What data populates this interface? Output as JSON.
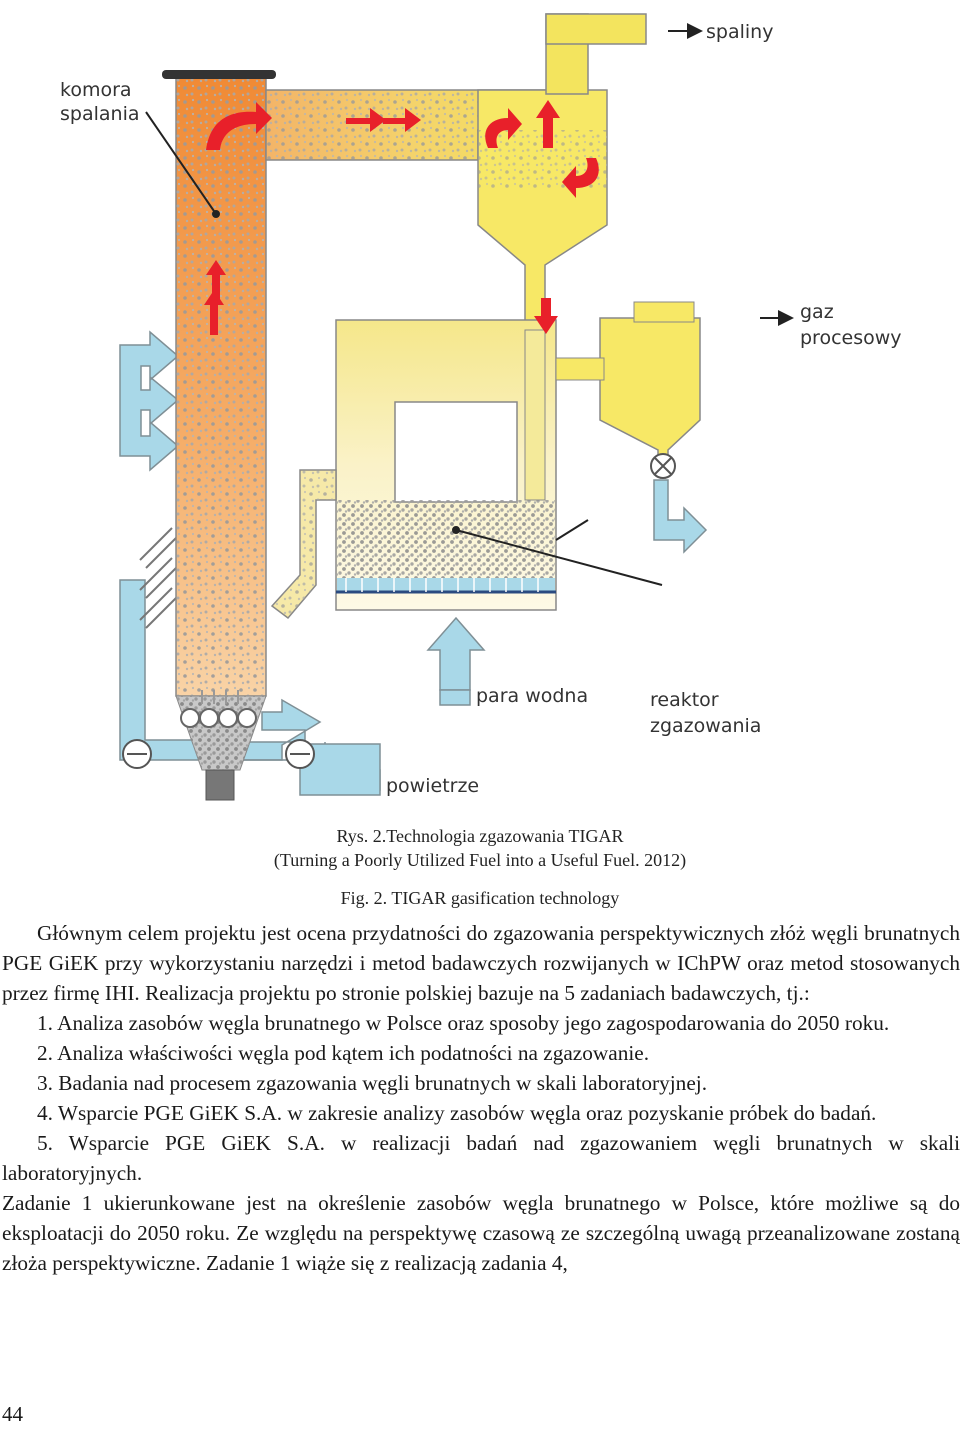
{
  "figure": {
    "labels": {
      "komora": "komora",
      "spalania": "spalania",
      "spaliny": "spaliny",
      "gaz": "gaz",
      "procesowy": "procesowy",
      "para_wodna": "para wodna",
      "reaktor": "reaktor",
      "zgazowania": "zgazowania",
      "powietrze": "powietrze"
    },
    "colors": {
      "combustor_top": "#f0903c",
      "combustor_bottom": "#f8c890",
      "reactor_yellow": "#f7e97a",
      "duct_yellow": "#f2e062",
      "pipe_blue": "#a9d8e8",
      "outline": "#7a7a7a"
    }
  },
  "caption": {
    "line1": "Rys. 2.Technologia zgazowania TIGAR",
    "line2": "(Turning a Poorly Utilized Fuel into a Useful Fuel. 2012)",
    "line3": "Fig. 2. TIGAR gasification technology"
  },
  "body": {
    "p1": "Głównym celem projektu jest ocena przydatności do zgazowania perspektywicznych złóż węgli brunatnych PGE GiEK przy wykorzystaniu narzędzi i metod badawczych rozwijanych w IChPW oraz metod stosowanych przez firmę IHI. Realizacja projektu po stronie polskiej bazuje na 5 zadaniach badawczych, tj.:",
    "item1": "1. Analiza zasobów węgla brunatnego w Polsce oraz sposoby jego zagospodarowania do 2050 roku.",
    "item2": "2. Analiza właściwości węgla pod kątem ich podatności na zgazowanie.",
    "item3": "3. Badania nad procesem zgazowania węgli brunatnych w skali laboratoryjnej.",
    "item4": "4. Wsparcie PGE GiEK S.A. w zakresie analizy zasobów węgla oraz pozyskanie próbek do badań.",
    "item5": "5. Wsparcie PGE GiEK S.A. w realizacji badań nad zgazowaniem węgli brunatnych w skali laboratoryjnych.",
    "p2": "Zadanie 1 ukierunkowane jest na określenie zasobów węgla brunatnego w Polsce, które możliwe są do eksploatacji do 2050 roku. Ze względu na perspektywę czasową ze szczególną uwagą przeanalizowane zostaną złoża perspektywiczne. Zadanie 1 wiąże się z realizacją zadania 4,"
  },
  "page_number": "44"
}
